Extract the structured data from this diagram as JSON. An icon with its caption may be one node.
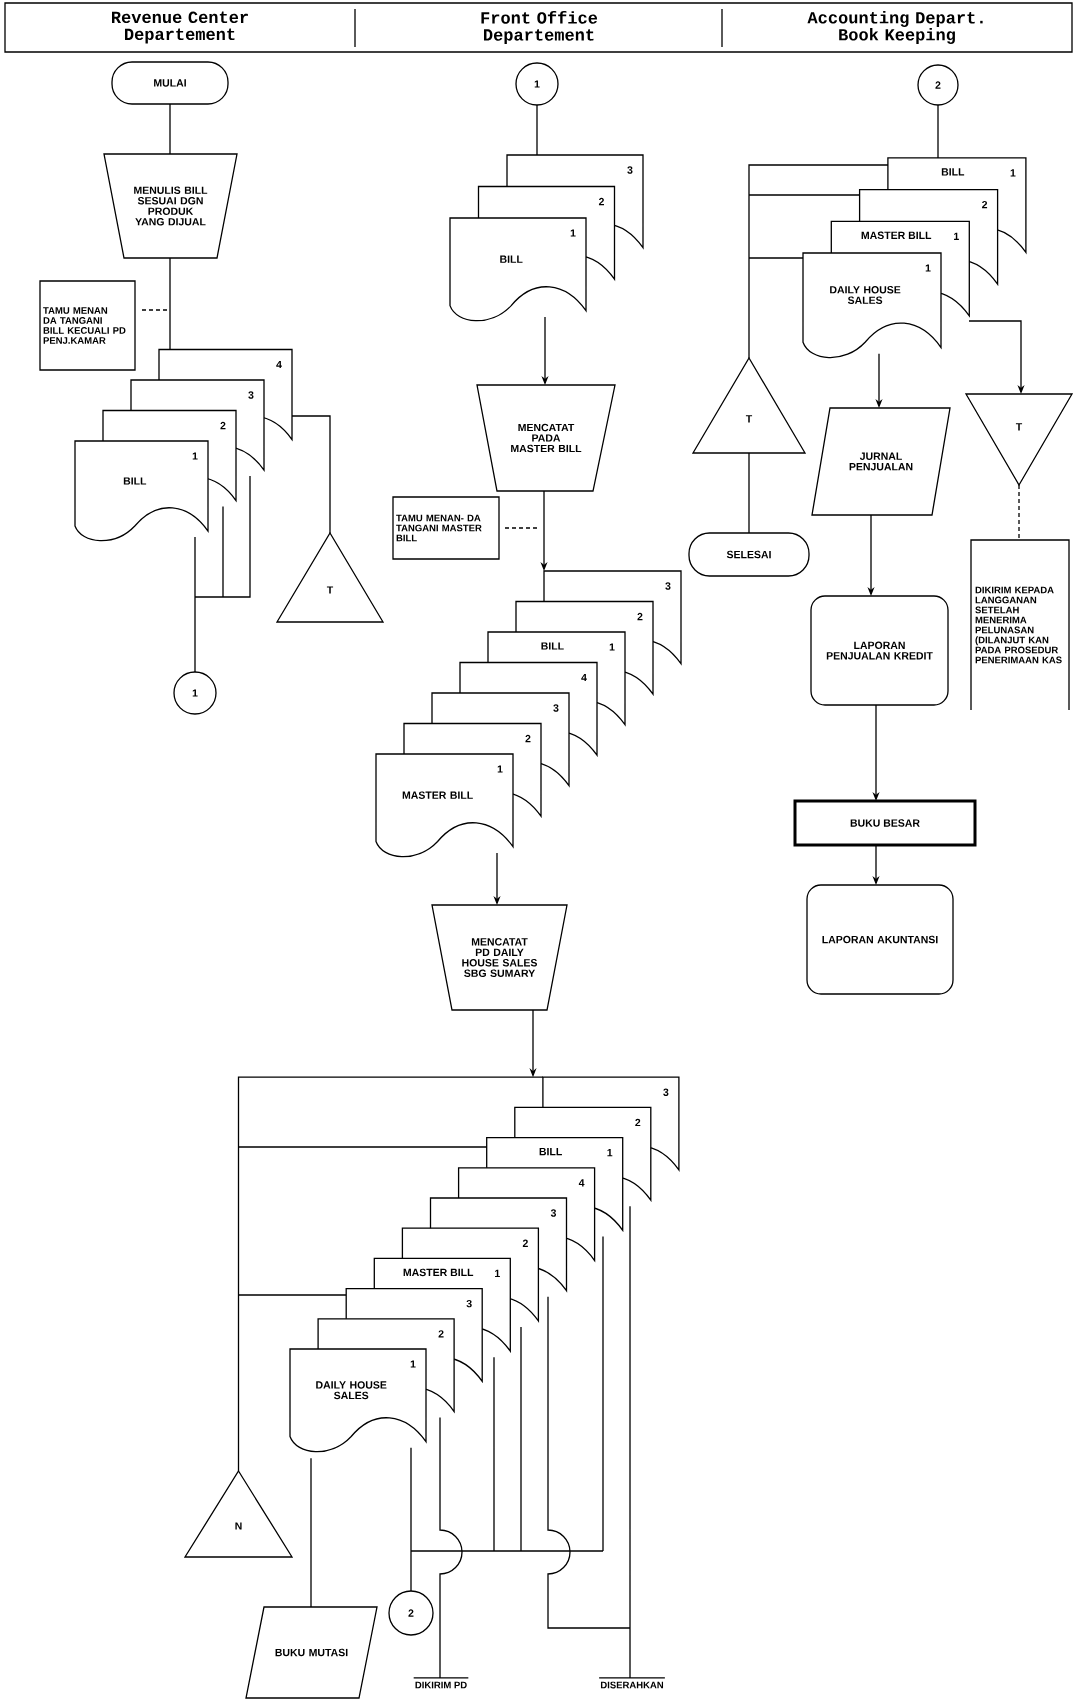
{
  "diagram": {
    "nodes": [
      {
        "text": [
          "MULAI"
        ]
      },
      {
        "text": [
          "MENULIS BILL SESUAI DGN PRODUK YANG DIJUAL"
        ]
      },
      {
        "text": [
          "TAMU MENAN DA TANGANI BILL KECUALI PD PENJ.KAMAR"
        ]
      },
      {
        "text": [
          "4",
          "3",
          "2",
          "1",
          "BILL"
        ]
      },
      {
        "text": [
          "T"
        ]
      },
      {
        "text": [
          "1"
        ]
      },
      {
        "text": [
          "1"
        ]
      },
      {
        "text": [
          "3",
          "2",
          "1",
          "BILL"
        ]
      },
      {
        "text": [
          "MENCATAT PADA MASTER BILL"
        ]
      },
      {
        "text": [
          "TAMU MENAN- DA TANGANI MASTER BILL"
        ]
      },
      {
        "text": [
          "3",
          "2",
          "BILL",
          "1",
          "4",
          "3",
          "2",
          "1",
          "MASTER BILL"
        ]
      },
      {
        "text": [
          "MENCATAT PD DAILY HOUSE SALES SBG SUMARY"
        ]
      },
      {
        "text": [
          "3",
          "2",
          "BILL",
          "1",
          "4",
          "3",
          "2",
          "MASTER BILL",
          "1",
          "3",
          "2",
          "1",
          "DAILY HOUSE SALES"
        ]
      },
      {
        "text": [
          "N"
        ]
      },
      {
        "text": [
          "BUKU MUTASI"
        ]
      },
      {
        "text": [
          "2"
        ]
      },
      {
        "text": [
          "DIKIRIM PD"
        ]
      },
      {
        "text": [
          "DISERAHKAN"
        ]
      },
      {
        "text": [
          "2"
        ]
      },
      {
        "text": [
          "BILL",
          "1",
          "2",
          "MASTER BILL",
          "1",
          "1",
          "DAILY HOUSE SALES"
        ]
      },
      {
        "text": [
          "T"
        ]
      },
      {
        "text": [
          "SELESAI"
        ]
      },
      {
        "text": [
          "JURNAL PENJUALAN"
        ]
      },
      {
        "text": [
          "T"
        ]
      },
      {
        "text": [
          "DIKIRIM KEPADA LANGGANAN SETELAH MENERIMA PELUNASAN (DILANJUT KAN PADA PROSEDUR PENERIMAAN KAS"
        ]
      },
      {
        "text": [
          "LAPORAN PENJUALAN KREDIT"
        ]
      },
      {
        "text": [
          "BUKU BESAR"
        ]
      },
      {
        "text": [
          "LAPORAN AKUNTANSI"
        ]
      }
    ],
    "edges": [
      {
        "from": 0,
        "to": 1,
        "arrow": "none"
      },
      {
        "from": 1,
        "to": 3,
        "arrow": "none"
      },
      {
        "from": 2,
        "to": null,
        "arrow": "none",
        "style": "dashed"
      },
      {
        "from": 3,
        "to": 4,
        "arrow": "none"
      },
      {
        "from": 3,
        "to": 5,
        "arrow": "none"
      },
      {
        "from": 6,
        "to": 7,
        "arrow": "none"
      },
      {
        "from": 7,
        "to": 8,
        "arrow": "to"
      },
      {
        "from": 9,
        "to": null,
        "arrow": "none",
        "style": "dashed"
      },
      {
        "from": 8,
        "to": 10,
        "arrow": "to"
      },
      {
        "from": 10,
        "to": 11,
        "arrow": "to"
      },
      {
        "from": 11,
        "to": 12,
        "arrow": "to"
      },
      {
        "from": 12,
        "to": 13,
        "arrow": "none"
      },
      {
        "from": 12,
        "to": 14,
        "arrow": "none"
      },
      {
        "from": 12,
        "to": 15,
        "arrow": "none"
      },
      {
        "from": 12,
        "to": 16,
        "arrow": "none"
      },
      {
        "from": 12,
        "to": 17,
        "arrow": "none"
      },
      {
        "from": 18,
        "to": 19,
        "arrow": "none"
      },
      {
        "from": 19,
        "to": 20,
        "arrow": "none"
      },
      {
        "from": 20,
        "to": 21,
        "arrow": "none"
      },
      {
        "from": 19,
        "to": 22,
        "arrow": "to"
      },
      {
        "from": 19,
        "to": 23,
        "arrow": "to"
      },
      {
        "from": 23,
        "to": 24,
        "arrow": "none",
        "style": "dashed"
      },
      {
        "from": 22,
        "to": 25,
        "arrow": "to"
      },
      {
        "from": 25,
        "to": 26,
        "arrow": "to"
      },
      {
        "from": 26,
        "to": 27,
        "arrow": "to"
      }
    ],
    "labels": [
      "Revenue Center Departement",
      "Front Office Departement",
      "Accounting Depart. Book Keeping"
    ]
  }
}
